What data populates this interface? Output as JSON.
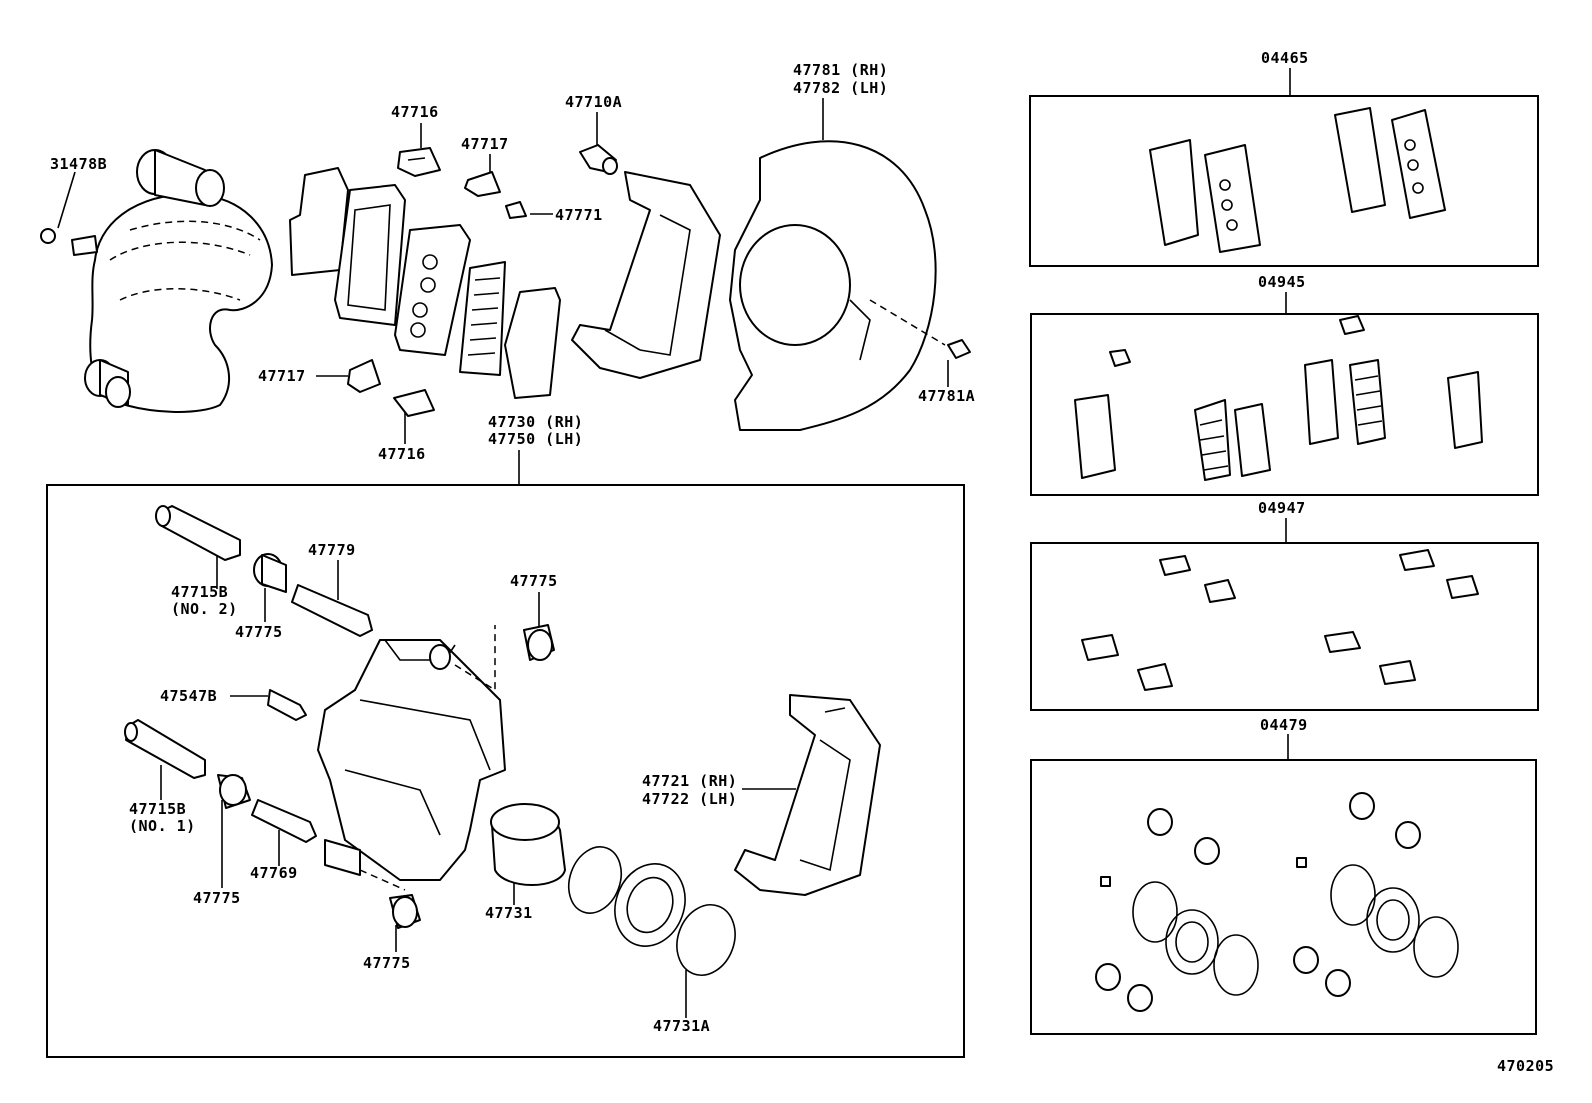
{
  "labels": {
    "l31478b": "31478B",
    "l47716_top": "47716",
    "l47717_top": "47717",
    "l47771": "47771",
    "l47710a": "47710A",
    "l47781_rh": "47781 (RH)",
    "l47782_lh": "47782 (LH)",
    "l47717_bot": "47717",
    "l47716_bot": "47716",
    "l47781a": "47781A",
    "l47730_rh": "47730 (RH)",
    "l47750_lh": "47750 (LH)",
    "l47779": "47779",
    "l47775_a": "47775",
    "l47715b_2": "47715B",
    "l_no2": "(NO. 2)",
    "l47775_b": "47775",
    "l47547b": "47547B",
    "l47721_rh": "47721 (RH)",
    "l47722_lh": "47722 (LH)",
    "l47715b_1": "47715B",
    "l_no1": "(NO. 1)",
    "l47769": "47769",
    "l47775_c": "47775",
    "l47731": "47731",
    "l47775_d": "47775",
    "l47731a": "47731A",
    "l04465": "04465",
    "l04945": "04945",
    "l04947": "04947",
    "l04479": "04479",
    "l470205": "470205"
  }
}
